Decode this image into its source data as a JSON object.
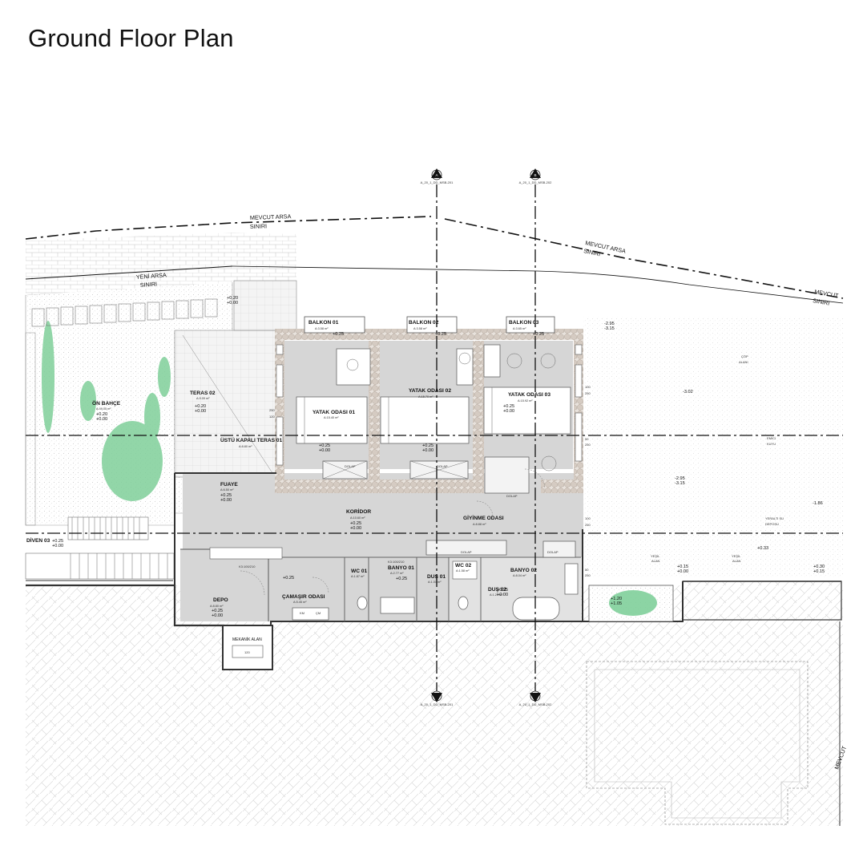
{
  "title": "Ground Floor Plan",
  "boundary_labels": {
    "mevcut_arsa_1": [
      "MEVCUT ARSA",
      "SINIRI"
    ],
    "mevcut_arsa_2": [
      "MEVCUT ARSA",
      "SINIRI"
    ],
    "mevcut_arsa_3": [
      "MEVCUT",
      "SINIRI"
    ],
    "yeni_arsa": [
      "YENİ ARSA",
      "SINIRI"
    ],
    "mevcut_edge": "MEVCUT"
  },
  "section_markers": {
    "a_top": {
      "letter": "A",
      "ref": "A_20_1_DD_MSB-201"
    },
    "b_top": {
      "letter": "B",
      "ref": "A_20_1_DD_MSB-202"
    },
    "a_bottom": {
      "ref": "A_20_1_DD_MSB-201"
    },
    "b_bottom": {
      "ref": "A_20_1_DD_MSB-202"
    }
  },
  "rooms": {
    "balkon01": {
      "name": "BALKON 01",
      "area": "A:3.58 m²",
      "level": "+0.25"
    },
    "balkon02": {
      "name": "BALKON 02",
      "area": "A:3.58 m²",
      "level": "+0.25"
    },
    "balkon03": {
      "name": "BALKON 03",
      "area": "A:3.65 m²",
      "level": "+0.25"
    },
    "yatak01": {
      "name": "YATAK ODASI 01",
      "area": "A:15.40 m²"
    },
    "yatak02": {
      "name": "YATAK ODASI 02",
      "area": "A:15.70 m²"
    },
    "yatak03": {
      "name": "YATAK ODASI 03",
      "area": "A:15.92 m²",
      "level": "+0.25",
      "level2": "+0.00"
    },
    "koridor": {
      "name": "KORİDOR",
      "area": "A:10.60 m²",
      "level": "+0.25",
      "level2": "+0.00"
    },
    "giyinme": {
      "name": "GİYİNME ODASI",
      "area": "A:8.88 m²"
    },
    "fuaye": {
      "name": "FUAYE",
      "area": "A:6.50 m²",
      "level": "+0.25",
      "level2": "+0.00"
    },
    "teras02": {
      "name": "TERAS 02",
      "area": "A:9.09 m²",
      "level": "+0.20",
      "level2": "+0.00"
    },
    "ustu_kapali": {
      "name": "ÜSTÜ KAPALI TERAS 01",
      "area": "A:8.80 m²"
    },
    "on_bahce": {
      "name": "ÖN BAHÇE",
      "area": "A:49.05 m²",
      "level": "+0.20",
      "level2": "+0.00"
    },
    "diven03": {
      "name": "DİVEN 03",
      "level": "+0.25",
      "level2": "+0.00"
    },
    "depo": {
      "name": "DEPO",
      "area": "A:8.80 m²",
      "level": "+0.25",
      "level2": "+0.00"
    },
    "camasir": {
      "name": "ÇAMAŞIR ODASI",
      "area": "A:5.45 m²",
      "level": "+0.25"
    },
    "mekanik": {
      "name": "MEKANİK ALAN",
      "code": "120"
    },
    "wc01": {
      "name": "WC 01",
      "area": "A:1.87 m²"
    },
    "banyo01": {
      "name": "BANYO 01",
      "area": "A:2.77 m²",
      "level": "+0.25"
    },
    "dus01": {
      "name": "DUŞ 01",
      "area": "A:1.01 m²"
    },
    "wc02": {
      "name": "WC 02",
      "area": "A:1.58 m²"
    },
    "banyo02": {
      "name": "BANYO 02",
      "area": "A:8.04 m²"
    },
    "dus02": {
      "name": "DUŞ 02",
      "area": "A:1.23 m²",
      "level": "+0.25",
      "level2": "+0.00"
    }
  },
  "site_labels": {
    "cop_alani": [
      "ÇÖP",
      "ALANI"
    ],
    "emici_kuyu": [
      "EMİCİ",
      "KUYU"
    ],
    "yeralti_su_deposu": [
      "YERALTI SU",
      "DEPOSU"
    ],
    "yesil_alan": [
      "YEŞİL",
      "ALAN"
    ]
  },
  "levels": {
    "l_295a": "-2.95",
    "l_315a": "-3.15",
    "l_302": "-3.02",
    "l_295b": "-2.95",
    "l_315b": "-3.15",
    "l_186": "-1.86",
    "l_033": "+0.33",
    "l_015": "+0.15",
    "l_000": "+0.00",
    "l_030": "+0.30",
    "l_015b": "+0.15",
    "l_120": "+1.20",
    "l_105": "+1.05",
    "l_020": "+0.20"
  },
  "labels": {
    "dolap": "DOLAP",
    "km": "KM",
    "cm": "ÇM"
  },
  "dims": {
    "d250": "250",
    "d120": "120",
    "d100": "100",
    "d50": "50",
    "k_fuaye": "K3:100/210",
    "k_banyo": "K3:100/210"
  }
}
